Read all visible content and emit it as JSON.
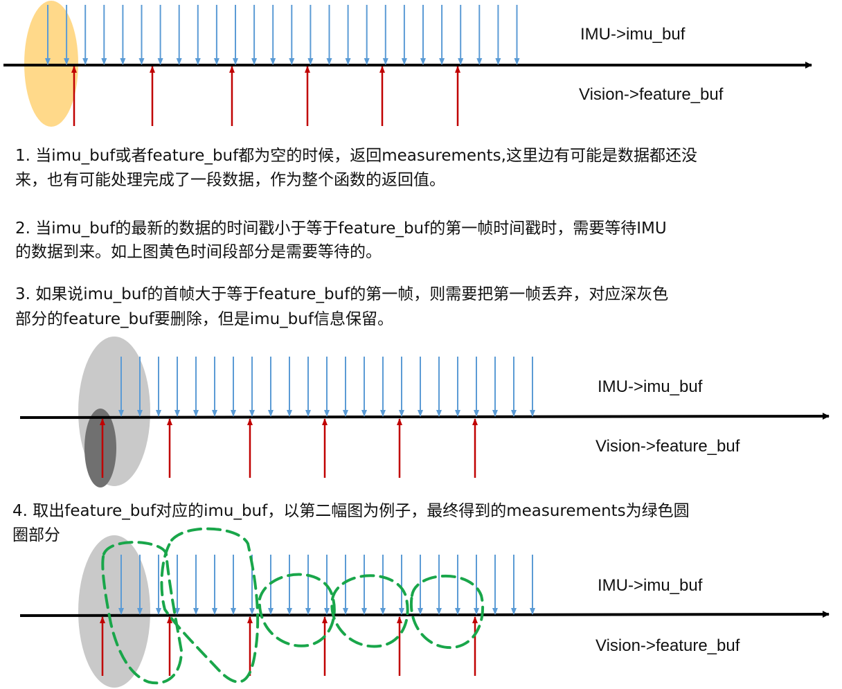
{
  "colors": {
    "imu_arrow": "#5b9bd5",
    "vision_arrow": "#c00000",
    "axis": "#000000",
    "highlight_wait": "#ffd98a",
    "discard_light": "#c9c9c9",
    "discard_dark": "#707070",
    "measurement_outline": "#19a64a"
  },
  "diagrams": [
    {
      "id": "diagram-1",
      "imu_label": "IMU->imu_buf",
      "vision_label": "Vision->feature_buf",
      "highlight": "wait-period"
    },
    {
      "id": "diagram-2",
      "imu_label": "IMU->imu_buf",
      "vision_label": "Vision->feature_buf",
      "highlight": "discard-frame"
    },
    {
      "id": "diagram-3",
      "imu_label": "IMU->imu_buf",
      "vision_label": "Vision->feature_buf",
      "highlight": "measurement-groups"
    }
  ],
  "paragraphs": {
    "p1_line1": "1.  当imu_buf或者feature_buf都为空的时候，返回measurements,这里边有可能是数据都还没",
    "p1_line2": "来，也有可能处理完成了一段数据，作为整个函数的返回值。",
    "p2_line1": "2.  当imu_buf的最新的数据的时间戳小于等于feature_buf的第一帧时间戳时，需要等待IMU",
    "p2_line2": "的数据到来。如上图黄色时间段部分是需要等待的。",
    "p3_line1": "3.  如果说imu_buf的首帧大于等于feature_buf的第一帧，则需要把第一帧丢弃，对应深灰色",
    "p3_line2": "部分的feature_buf要删除，但是imu_buf信息保留。",
    "p4_line1": "4.  取出feature_buf对应的imu_buf，以第二幅图为例子，最终得到的measurements为绿色圆",
    "p4_line2": "圈部分"
  }
}
